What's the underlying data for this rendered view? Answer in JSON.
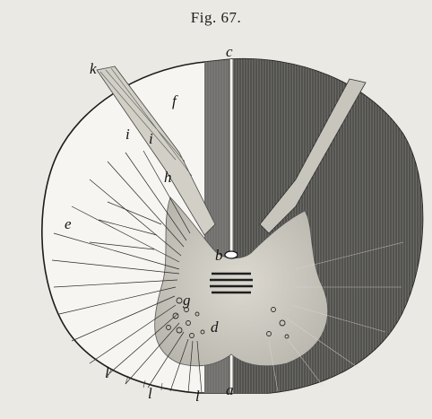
{
  "figure": {
    "caption": "Fig. 67."
  },
  "labels": {
    "a": "a",
    "b": "b",
    "c": "c",
    "d": "d",
    "e": "e",
    "f": "f",
    "g": "g",
    "h": "h",
    "i1": "i",
    "i2": "i",
    "k": "k",
    "l1": "l",
    "l2": "l",
    "l3": "l"
  },
  "colors": {
    "background": "#ebe9e3",
    "ink": "#1c1c1c",
    "white_matter_light": "#f6f5f1",
    "white_matter_dark": "#5a5a58",
    "grey_matter": "#cfccc4"
  }
}
